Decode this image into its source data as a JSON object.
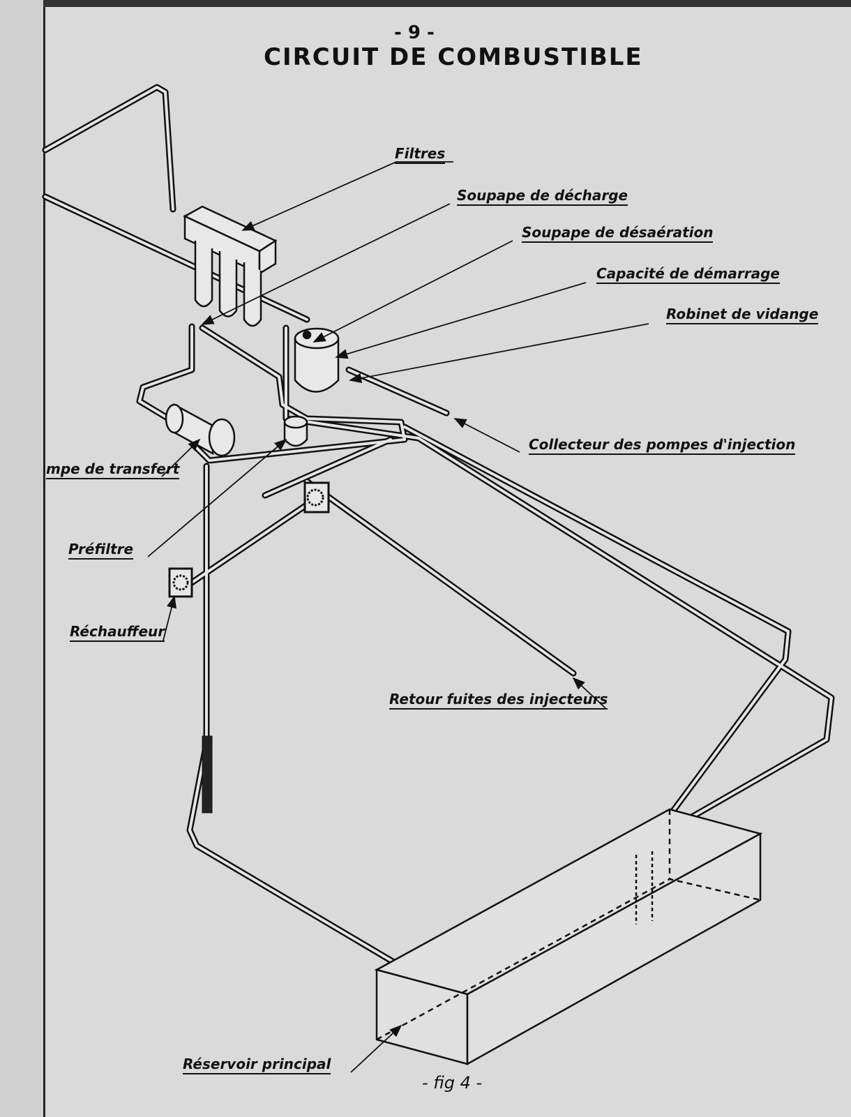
{
  "page_number": "- 9 -",
  "title": "CIRCUIT DE COMBUSTIBLE",
  "labels": {
    "filtres": "Filtres",
    "soupape_decharge": "Soupape de décharge",
    "soupape_desaeration": "Soupape de désaération",
    "capacite_demarrage": "Capacité de démarrage",
    "robinet_vidange": "Robinet de vidange",
    "collecteur": "Collecteur des pompes d'injection",
    "pompe_transfert": "mpe de transfert",
    "prefiltre": "Préfiltre",
    "rechauffeur": "Réchauffeur",
    "retour_fuites": "Retour fuites des injecteurs",
    "reservoir": "Réservoir principal"
  },
  "figure_caption": "- fig 4 -"
}
